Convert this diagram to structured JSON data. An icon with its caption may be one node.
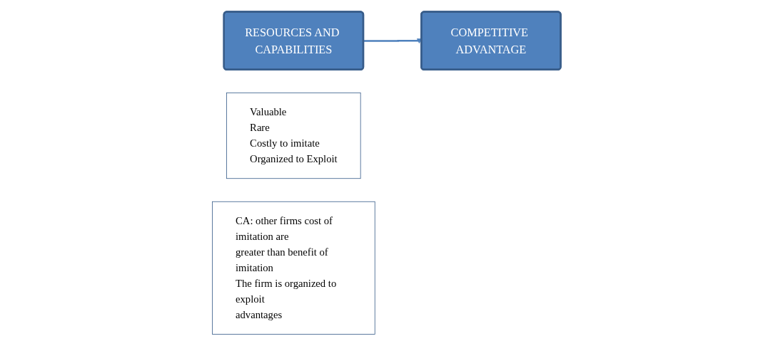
{
  "diagram": {
    "nodes": [
      {
        "text": [
          "RESOURCES AND CAPABILITIES"
        ]
      },
      {
        "text": [
          "Valuable",
          "Rare",
          "Costly to imitate",
          "Organized to Exploit"
        ]
      },
      {
        "text": [
          "CA: other firms cost of imitation are greater than benefit of imitation",
          "The firm is organized to exploit advantages"
        ]
      },
      {
        "text": [
          "COMPETITIVE ADVANTAGE"
        ]
      }
    ],
    "edges": [
      {
        "from": 0,
        "to": 3,
        "arrow": "to"
      }
    ]
  }
}
